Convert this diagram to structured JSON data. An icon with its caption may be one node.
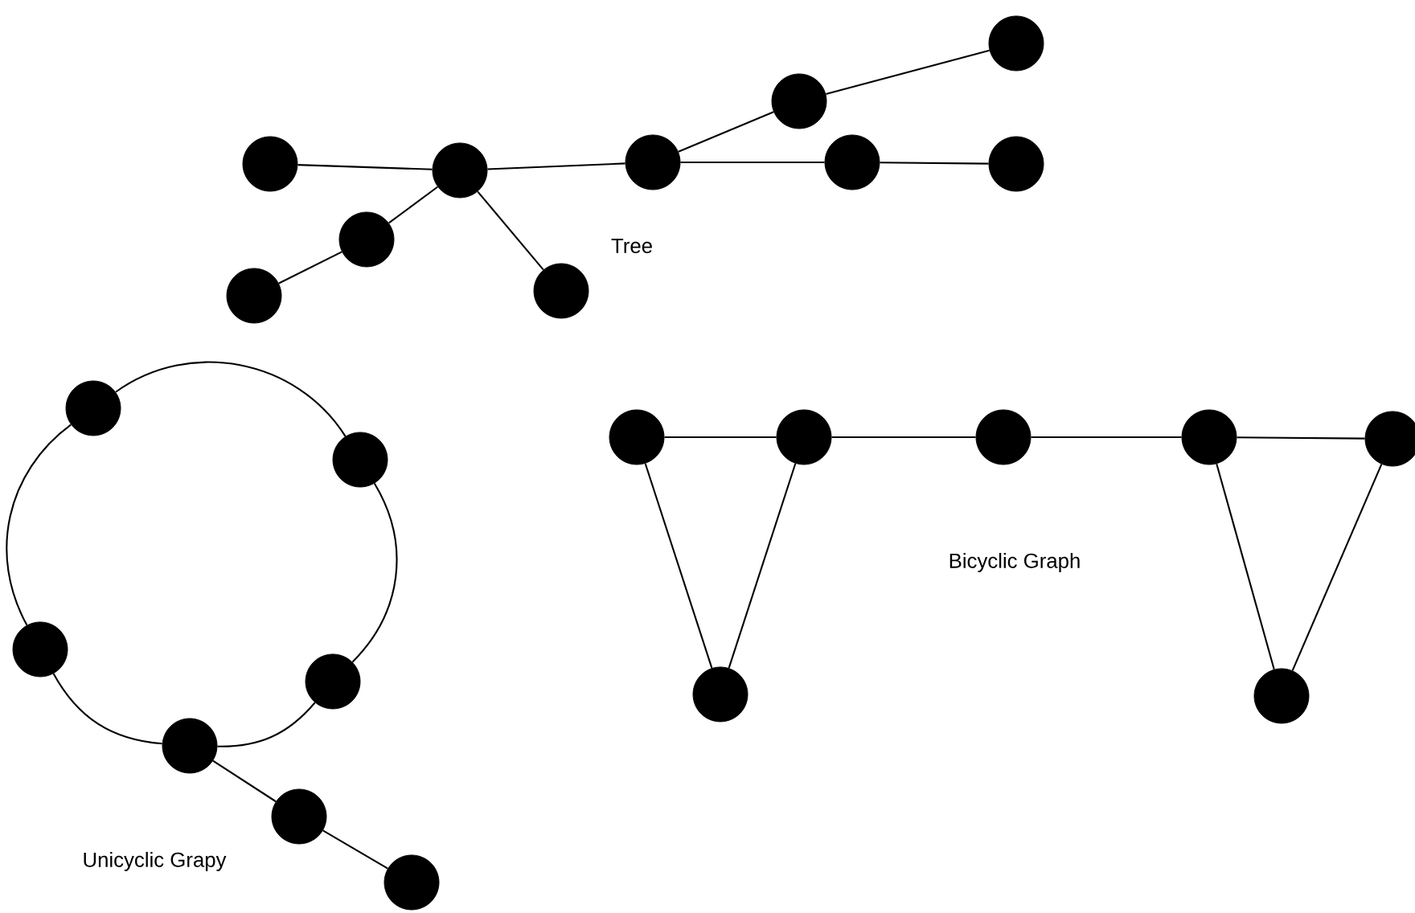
{
  "diagram": {
    "nodes": [
      {
        "text": [],
        "shape": "circle"
      },
      {
        "text": [],
        "shape": "circle"
      },
      {
        "text": [],
        "shape": "circle"
      },
      {
        "text": [],
        "shape": "circle"
      },
      {
        "text": [],
        "shape": "circle"
      },
      {
        "text": [],
        "shape": "circle"
      },
      {
        "text": [],
        "shape": "circle"
      },
      {
        "text": [],
        "shape": "circle"
      },
      {
        "text": [],
        "shape": "circle"
      },
      {
        "text": [],
        "shape": "circle"
      },
      {
        "text": [],
        "shape": "circle"
      },
      {
        "text": [],
        "shape": "circle"
      },
      {
        "text": [],
        "shape": "circle"
      },
      {
        "text": [],
        "shape": "circle"
      },
      {
        "text": [],
        "shape": "circle"
      },
      {
        "text": [],
        "shape": "circle"
      },
      {
        "text": [],
        "shape": "circle"
      },
      {
        "text": [],
        "shape": "circle"
      },
      {
        "text": [],
        "shape": "circle"
      },
      {
        "text": [],
        "shape": "circle"
      },
      {
        "text": [],
        "shape": "circle"
      },
      {
        "text": [],
        "shape": "circle"
      },
      {
        "text": [],
        "shape": "circle"
      },
      {
        "text": [],
        "shape": "circle"
      }
    ],
    "edges": [
      {
        "from": 0,
        "to": 1,
        "arrow": "none"
      },
      {
        "from": 1,
        "to": 2,
        "arrow": "none"
      },
      {
        "from": 2,
        "to": 3,
        "arrow": "none"
      },
      {
        "from": 3,
        "to": 4,
        "arrow": "none"
      },
      {
        "from": 2,
        "to": 5,
        "arrow": "none"
      },
      {
        "from": 5,
        "to": 6,
        "arrow": "none"
      },
      {
        "from": 1,
        "to": 7,
        "arrow": "none"
      },
      {
        "from": 7,
        "to": 8,
        "arrow": "none"
      },
      {
        "from": 1,
        "to": 9,
        "arrow": "none"
      },
      {
        "from": 10,
        "to": 11,
        "arrow": "none"
      },
      {
        "from": 11,
        "to": 13,
        "arrow": "none"
      },
      {
        "from": 13,
        "to": 14,
        "arrow": "none"
      },
      {
        "from": 14,
        "to": 12,
        "arrow": "none"
      },
      {
        "from": 12,
        "to": 10,
        "arrow": "none"
      },
      {
        "from": 14,
        "to": 15,
        "arrow": "none"
      },
      {
        "from": 15,
        "to": 16,
        "arrow": "none"
      },
      {
        "from": 17,
        "to": 18,
        "arrow": "none"
      },
      {
        "from": 18,
        "to": 19,
        "arrow": "none"
      },
      {
        "from": 19,
        "to": 20,
        "arrow": "none"
      },
      {
        "from": 20,
        "to": 21,
        "arrow": "none"
      },
      {
        "from": 17,
        "to": 22,
        "arrow": "none"
      },
      {
        "from": 18,
        "to": 22,
        "arrow": "none"
      },
      {
        "from": 20,
        "to": 23,
        "arrow": "none"
      },
      {
        "from": 21,
        "to": 23,
        "arrow": "none"
      }
    ],
    "labels": [
      "Tree",
      "Bicyclic Graph",
      "Unicyclic Grapy"
    ]
  }
}
